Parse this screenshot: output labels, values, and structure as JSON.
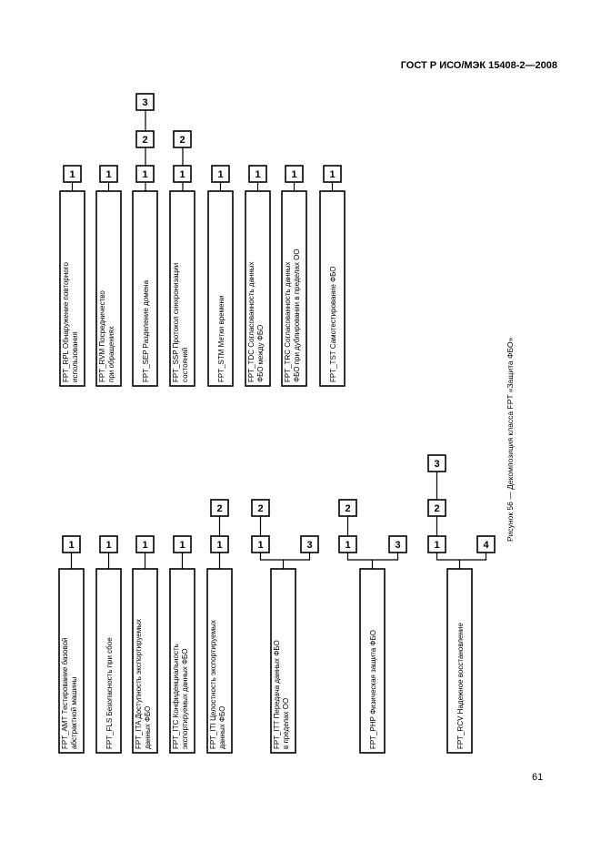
{
  "header": {
    "title": "ГОСТ Р ИСО/МЭК 15408-2—2008"
  },
  "caption": "Рисунок 56 — Декомпозиция класса FPT «Защита ФБО»",
  "page_number": "61",
  "upper_group": [
    {
      "lines": [
        "FPT_RPL Обнаружение повторного",
        "использования"
      ],
      "levels": [
        "1"
      ]
    },
    {
      "lines": [
        "FPT_RVM Посредничество",
        "при обращениях"
      ],
      "levels": [
        "1"
      ]
    },
    {
      "lines": [
        "FPT_SEP Разделение домена"
      ],
      "levels": [
        "1",
        "2",
        "3"
      ]
    },
    {
      "lines": [
        "FPT_SSP Протокол синхронизации",
        "состояний"
      ],
      "levels": [
        "1",
        "2"
      ]
    },
    {
      "lines": [
        "FPT_STM Метки времени"
      ],
      "levels": [
        "1"
      ]
    },
    {
      "lines": [
        "FPT_TDC Согласованность данных",
        "ФБО между ФБО"
      ],
      "levels": [
        "1"
      ]
    },
    {
      "lines": [
        "FPT_TRC Согласованность данных",
        "ФБО при дублировании в пределах ОО"
      ],
      "levels": [
        "1"
      ]
    },
    {
      "lines": [
        "FPT_TST Самотестирование ФБО"
      ],
      "levels": [
        "1"
      ]
    }
  ],
  "lower_group": [
    {
      "lines": [
        "FPT_AMT Тестирование базовой",
        "абстрактной машины"
      ],
      "levels": [
        "1"
      ]
    },
    {
      "lines": [
        "FPT_FLS Безопасность при сбое"
      ],
      "levels": [
        "1"
      ]
    },
    {
      "lines": [
        "FPT_ITA Доступность экспортируемых",
        "данных ФБО"
      ],
      "levels": [
        "1"
      ]
    },
    {
      "lines": [
        "FPT_ITC Конфиденциальность",
        "экспортируемых данных ФБО"
      ],
      "levels": [
        "1"
      ]
    },
    {
      "lines": [
        "FPT_ITI Целостность экспортируемых",
        "данных ФБО"
      ],
      "levels": [
        "1",
        "2"
      ]
    },
    {
      "lines": [
        "FPT_ITT Передача данных ФБО",
        "в пределах ОО"
      ],
      "levels": [
        "1",
        "2",
        "3"
      ]
    },
    {
      "lines": [
        "FPT_PHP Физическая защита ФБО"
      ],
      "levels": [
        "1",
        "2",
        "3"
      ]
    },
    {
      "lines": [
        "FPT_RCV Надежное восстановление"
      ],
      "levels": [
        "1",
        "2",
        "3",
        "4"
      ]
    }
  ]
}
